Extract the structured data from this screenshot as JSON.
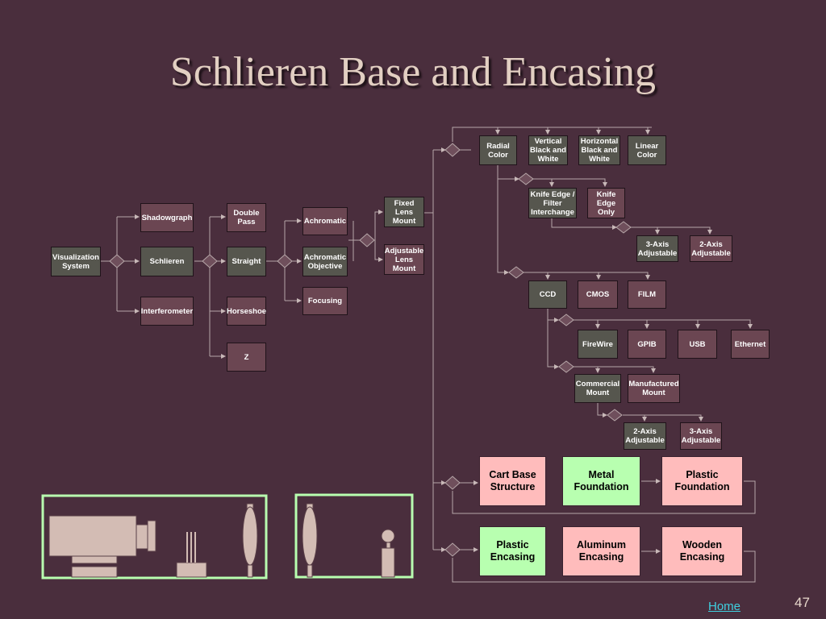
{
  "title": "Schlieren Base and Encasing",
  "nodes": {
    "visualization_system": "Visualization\nSystem",
    "shadowgraph": "Shadowgraph",
    "schlieren": "Schlieren",
    "interferometer": "Interferometer",
    "double_pass": "Double\nPass",
    "straight": "Straight",
    "horseshoe": "Horseshoe",
    "z": "Z",
    "achromatic": "Achromatic",
    "achromatic_objective": "Achromatic\nObjective",
    "focusing": "Focusing",
    "fixed_lens_mount": "Fixed\nLens\nMount",
    "adjustable_lens_mount": "Adjustable\nLens\nMount",
    "radial_color": "Radial\nColor",
    "vertical_bw": "Vertical\nBlack and\nWhite",
    "horizontal_bw": "Horizontal\nBlack and\nWhite",
    "linear_color": "Linear\nColor",
    "knife_edge_filter": "Knife Edge /\nFilter\nInterchange",
    "knife_edge_only": "Knife\nEdge\nOnly",
    "axis3_a": "3-Axis\nAdjustable",
    "axis2_a": "2-Axis\nAdjustable",
    "ccd": "CCD",
    "cmos": "CMOS",
    "film": "FILM",
    "firewire": "FireWire",
    "gpib": "GPIB",
    "usb": "USB",
    "ethernet": "Ethernet",
    "commercial_mount": "Commercial\nMount",
    "manufactured_mount": "Manufactured\nMount",
    "axis2_b": "2-Axis\nAdjustable",
    "axis3_b": "3-Axis\nAdjustable",
    "cart_base": "Cart Base\nStructure",
    "metal_foundation": "Metal\nFoundation",
    "plastic_foundation": "Plastic\nFoundation",
    "plastic_encasing": "Plastic\nEncasing",
    "aluminum_encasing": "Aluminum\nEncasing",
    "wooden_encasing": "Wooden\nEncasing"
  },
  "footer": {
    "home_link": "Home",
    "slide_number": "47"
  },
  "colors": {
    "background": "#4a2e3d",
    "rose_node": "#6b4652",
    "gray_node": "#56564e",
    "pink_option": "#ffbcbc",
    "green_option": "#b8ffb0",
    "illustration_frame": "#b8ffb0"
  }
}
